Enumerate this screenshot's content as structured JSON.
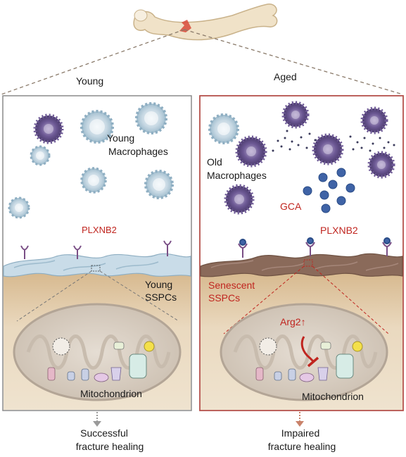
{
  "colors": {
    "young_panel_border": "#8a8a8a",
    "aged_panel_border": "#b5504b",
    "young_cell": "#c8d9e4",
    "old_macrophage": "#6e5a96",
    "gca": "#3f63a6",
    "senescent_sspc": "#8a6a5a",
    "annotation_red": "#c0251f",
    "bone_tissue": "#e6d2b5"
  },
  "panels": {
    "young": {
      "title": "Young",
      "macrophages_label": [
        "Young",
        "Macrophages"
      ],
      "receptor_label": "PLXNB2",
      "sspc_label": [
        "Young",
        "SSPCs"
      ],
      "organelle_label": "Mitochondrion",
      "outcome": [
        "Successful",
        "fracture healing"
      ]
    },
    "aged": {
      "title": "Aged",
      "macrophages_label": [
        "Old",
        "Macrophages"
      ],
      "gca_label": "GCA",
      "receptor_label": "PLXNB2",
      "sspc_label": [
        "Senescent",
        "SSPCs"
      ],
      "enzyme_label": "Arg2↑",
      "organelle_label": "Mitochondrion",
      "outcome": [
        "Impaired",
        "fracture healing"
      ]
    }
  }
}
